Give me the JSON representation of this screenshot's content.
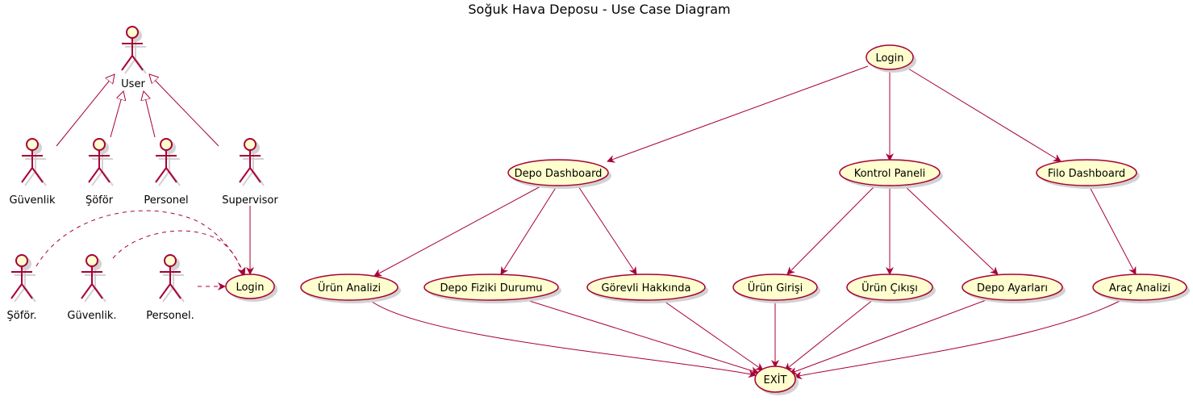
{
  "title": "Soğuk Hava Deposu - Use Case Diagram",
  "colors": {
    "fill": "#FEFECE",
    "stroke": "#A80036",
    "shadow": "#D2D2D2",
    "text": "#000000"
  },
  "actors": {
    "user": "User",
    "guvenlik": "Güvenlik",
    "sofor": "Şöför",
    "personel": "Personel",
    "supervisor": "Supervisor",
    "sofor2": "Şöför.",
    "guvenlik2": "Güvenlik.",
    "personel2": "Personel."
  },
  "usecases": {
    "login_left": "Login",
    "login": "Login",
    "depo_dashboard": "Depo Dashboard",
    "kontrol_paneli": "Kontrol Paneli",
    "filo_dashboard": "Filo Dashboard",
    "urun_analizi": "Ürün Analizi",
    "depo_fiziki": "Depo Fiziki Durumu",
    "gorevli": "Görevli Hakkında",
    "urun_girisi": "Ürün Girişi",
    "urun_cikisi": "Ürün Çıkışı",
    "depo_ayarlari": "Depo Ayarları",
    "arac_analizi": "Araç Analizi",
    "exit": "EXİT"
  },
  "relations": [
    {
      "from": "guvenlik",
      "to": "user",
      "type": "generalization"
    },
    {
      "from": "sofor",
      "to": "user",
      "type": "generalization"
    },
    {
      "from": "personel",
      "to": "user",
      "type": "generalization"
    },
    {
      "from": "supervisor",
      "to": "user",
      "type": "generalization"
    },
    {
      "from": "supervisor",
      "to": "login_left",
      "type": "association"
    },
    {
      "from": "sofor2",
      "to": "login_left",
      "type": "dependency"
    },
    {
      "from": "guvenlik2",
      "to": "login_left",
      "type": "dependency"
    },
    {
      "from": "personel2",
      "to": "login_left",
      "type": "dependency"
    },
    {
      "from": "login",
      "to": "depo_dashboard",
      "type": "association"
    },
    {
      "from": "login",
      "to": "kontrol_paneli",
      "type": "association"
    },
    {
      "from": "login",
      "to": "filo_dashboard",
      "type": "association"
    },
    {
      "from": "depo_dashboard",
      "to": "urun_analizi",
      "type": "association"
    },
    {
      "from": "depo_dashboard",
      "to": "depo_fiziki",
      "type": "association"
    },
    {
      "from": "depo_dashboard",
      "to": "gorevli",
      "type": "association"
    },
    {
      "from": "kontrol_paneli",
      "to": "urun_girisi",
      "type": "association"
    },
    {
      "from": "kontrol_paneli",
      "to": "urun_cikisi",
      "type": "association"
    },
    {
      "from": "kontrol_paneli",
      "to": "depo_ayarlari",
      "type": "association"
    },
    {
      "from": "filo_dashboard",
      "to": "arac_analizi",
      "type": "association"
    },
    {
      "from": "urun_analizi",
      "to": "exit",
      "type": "association"
    },
    {
      "from": "depo_fiziki",
      "to": "exit",
      "type": "association"
    },
    {
      "from": "gorevli",
      "to": "exit",
      "type": "association"
    },
    {
      "from": "urun_girisi",
      "to": "exit",
      "type": "association"
    },
    {
      "from": "urun_cikisi",
      "to": "exit",
      "type": "association"
    },
    {
      "from": "depo_ayarlari",
      "to": "exit",
      "type": "association"
    },
    {
      "from": "arac_analizi",
      "to": "exit",
      "type": "association"
    }
  ]
}
